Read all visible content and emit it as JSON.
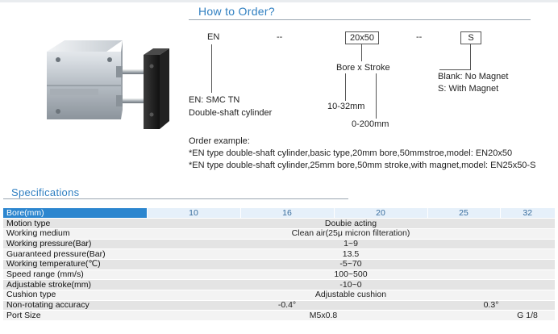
{
  "order": {
    "title": "How to Order?",
    "code_prefix": "EN",
    "sep1": "--",
    "bore_stroke_box": "20x50",
    "sep2": "--",
    "magnet_box": "S",
    "bore_stroke_label": "Bore x Stroke",
    "bore_range": "10-32mm",
    "stroke_range": "0-200mm",
    "magnet_blank": "Blank: No Magnet",
    "magnet_s": "S: With Magnet",
    "en_line1": "EN: SMC TN",
    "en_line2": "Double-shaft cylinder",
    "example_title": "Order example:",
    "example_1": "*EN type double-shaft cylinder,basic type,20mm bore,50mmstroe,model: EN20x50",
    "example_2": "*EN type double-shaft cylinder,25mm bore,50mm stroke,with magnet,model: EN25x50-S"
  },
  "specs": {
    "title": "Specifications",
    "header": {
      "label": "Bore(mm)",
      "bores": [
        "10",
        "16",
        "20",
        "25",
        "32"
      ]
    },
    "rows": [
      {
        "label": "Motion type",
        "value": "Doubie acting"
      },
      {
        "label": "Working medium",
        "value": "Clean air(25μ micron filteration)"
      },
      {
        "label": "Working pressure(Bar)",
        "value": "1~9"
      },
      {
        "label": "Guaranteed pressure(Bar)",
        "value": "13.5"
      },
      {
        "label": "Working temperature(℃)",
        "value": "-5~70"
      },
      {
        "label": "Speed range (mm/s)",
        "value": "100~500"
      },
      {
        "label": "Adjustable stroke(mm)",
        "value": "-10~0"
      },
      {
        "label": "Cushion type",
        "value": "Adjustable cushion"
      }
    ],
    "non_rotating": {
      "label": "Non-rotating accuracy",
      "value_a": "-0.4°",
      "value_b": "0.3°"
    },
    "port_size": {
      "label": "Port Size",
      "value_a": "M5x0.8",
      "value_b": "G 1/8"
    }
  }
}
